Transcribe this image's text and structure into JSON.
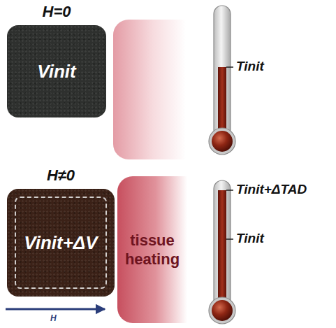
{
  "diagram": {
    "nodes": [
      {
        "text": [
          "H=0",
          "Vinit"
        ]
      },
      {
        "text": [
          "H≠0",
          "Vinit+ΔV"
        ]
      },
      {
        "text": [
          "tissue heating"
        ]
      }
    ],
    "labels": [
      "Tinit",
      "Tinit+ΔTAD",
      "Tinit",
      "H"
    ]
  }
}
